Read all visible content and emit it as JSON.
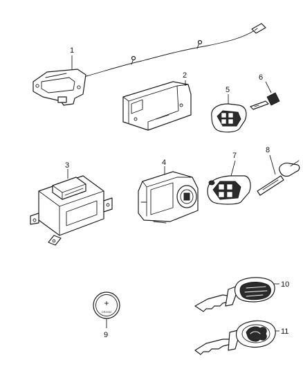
{
  "callouts": [
    "1",
    "2",
    "3",
    "4",
    "5",
    "6",
    "7",
    "8",
    "9",
    "10",
    "11"
  ],
  "battery_marking": "+",
  "battery_code": "CR2032",
  "colors": {
    "line": "#1a1a1a",
    "background": "#ffffff"
  }
}
